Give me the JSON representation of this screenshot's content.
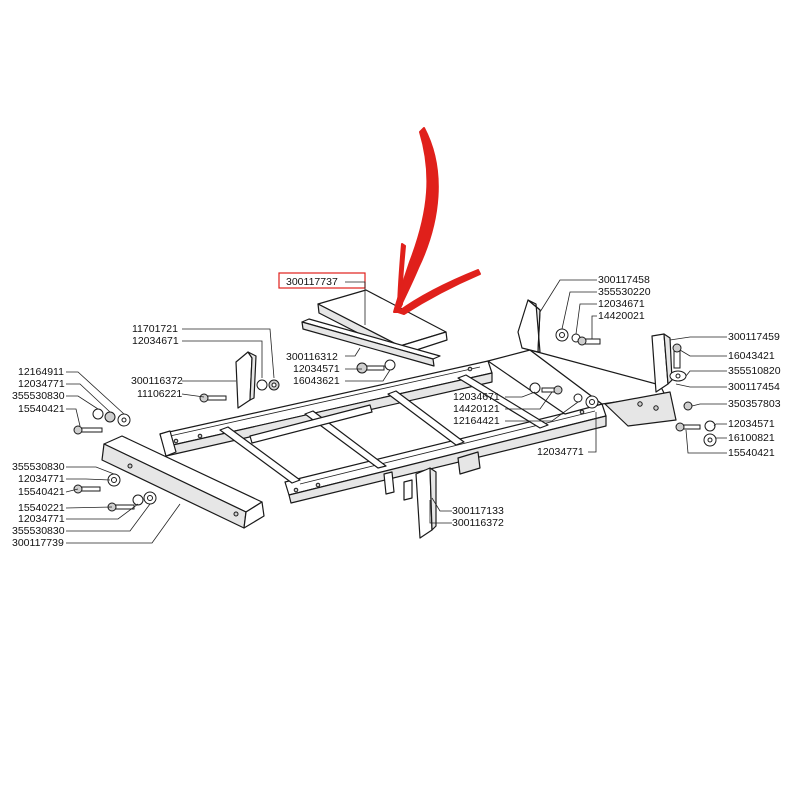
{
  "highlight": {
    "color": "#e0201b",
    "highlighted_part": "300117737"
  },
  "labels": {
    "top_center": [
      {
        "id": "300117737"
      },
      {
        "id": "300116312"
      },
      {
        "id": "12034571"
      },
      {
        "id": "16043621"
      }
    ],
    "left_mid": [
      {
        "id": "11701721"
      },
      {
        "id": "12034671"
      },
      {
        "id": "300116372"
      },
      {
        "id": "11106221"
      }
    ],
    "left_upper": [
      {
        "id": "12164911"
      },
      {
        "id": "12034771"
      },
      {
        "id": "355530830"
      },
      {
        "id": "15540421"
      }
    ],
    "left_lower": [
      {
        "id": "355530830"
      },
      {
        "id": "12034771"
      },
      {
        "id": "15540421"
      },
      {
        "id": "15540221"
      },
      {
        "id": "12034771"
      },
      {
        "id": "355530830"
      },
      {
        "id": "300117739"
      }
    ],
    "center_right": [
      {
        "id": "12034671"
      },
      {
        "id": "14420121"
      },
      {
        "id": "12164421"
      },
      {
        "id": "12034771"
      }
    ],
    "bottom_center": [
      {
        "id": "300117133"
      },
      {
        "id": "300116372"
      }
    ],
    "right_upper": [
      {
        "id": "300117458"
      },
      {
        "id": "355530220"
      },
      {
        "id": "12034671"
      },
      {
        "id": "14420021"
      }
    ],
    "right_side": [
      {
        "id": "300117459"
      },
      {
        "id": "16043421"
      },
      {
        "id": "355510820"
      },
      {
        "id": "300117454"
      },
      {
        "id": "350357803"
      },
      {
        "id": "12034571"
      },
      {
        "id": "16100821"
      },
      {
        "id": "15540421"
      }
    ]
  }
}
